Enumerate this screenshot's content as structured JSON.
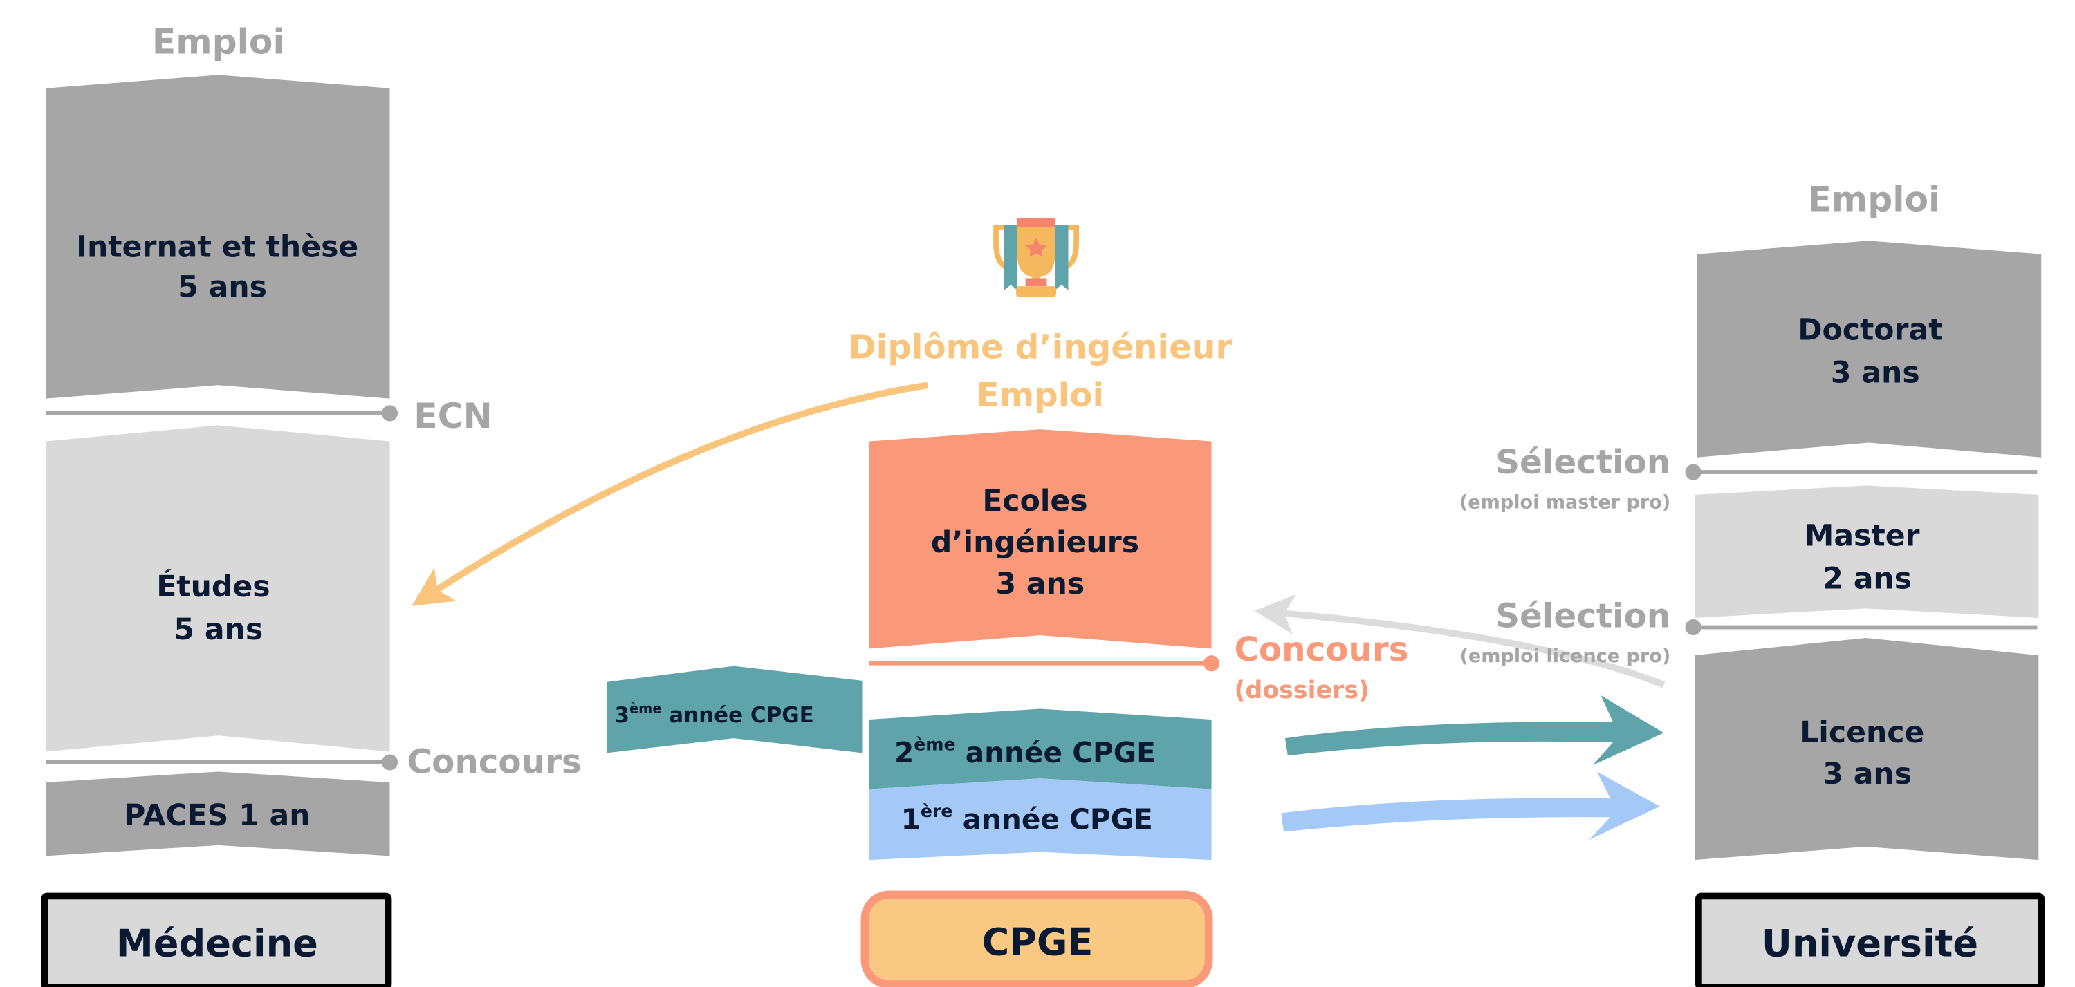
{
  "colors": {
    "dark_grey": "#a6a6a6",
    "light_grey": "#d9d9d9",
    "salmon": "#f9997a",
    "orange": "#f9c47c",
    "teal": "#5fa4aa",
    "light_blue": "#a4c9f7",
    "text": "#0b1a33"
  },
  "medecine": {
    "emploi": "Emploi",
    "internat": {
      "line1": "Internat et thèse",
      "line2": "5 ans"
    },
    "ecn": "ECN",
    "etudes": {
      "line1": "Études",
      "line2": "5 ans"
    },
    "concours": "Concours",
    "paces": "PACES 1 an",
    "label": "Médecine"
  },
  "cpge": {
    "trophy_icon": "trophy-icon",
    "diplome": "Diplôme d’ingénieur",
    "emploi": "Emploi",
    "ecoles": {
      "line1": "Ecoles",
      "line2": "d’ingénieurs",
      "line3": "3 ans"
    },
    "concours": "Concours",
    "dossiers": "(dossiers)",
    "annee3": {
      "num": "3",
      "sup": "ème",
      "rest": " année CPGE"
    },
    "annee2": {
      "num": "2",
      "sup": "ème",
      "rest": " année CPGE"
    },
    "annee1": {
      "num": "1",
      "sup": "ère",
      "rest": " année CPGE"
    },
    "label": "CPGE"
  },
  "universite": {
    "emploi": "Emploi",
    "doctorat": {
      "line1": "Doctorat",
      "line2": "3 ans"
    },
    "selection1": "Sélection",
    "selection1_sub": "(emploi master pro)",
    "master": {
      "line1": "Master",
      "line2": "2 ans"
    },
    "selection2": "Sélection",
    "selection2_sub": "(emploi licence pro)",
    "licence": {
      "line1": "Licence",
      "line2": "3 ans"
    },
    "label": "Université"
  }
}
